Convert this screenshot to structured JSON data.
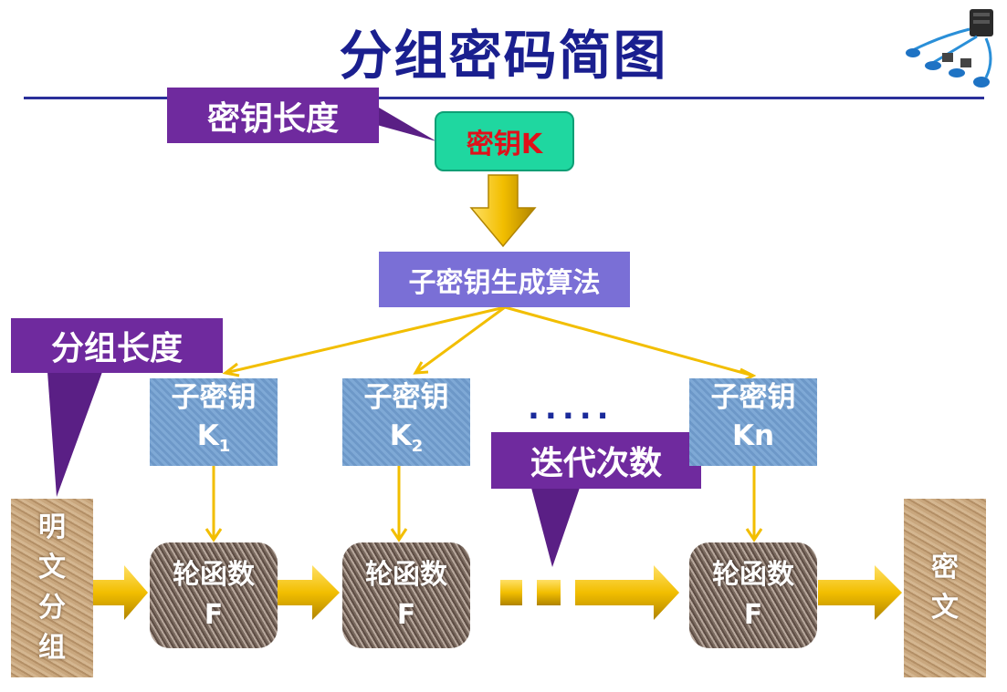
{
  "title": "分组密码简图",
  "callouts": {
    "key_length": "密钥长度",
    "block_length": "分组长度",
    "iterations": "迭代次数"
  },
  "key": "密钥K",
  "subkey_algorithm": "子密钥生成算法",
  "subkeys": [
    {
      "label": "子密钥",
      "name": "K",
      "sub": "1"
    },
    {
      "label": "子密钥",
      "name": "K",
      "sub": "2"
    },
    {
      "label": "子密钥",
      "name": "Kn",
      "sub": ""
    }
  ],
  "ellipsis": ".....",
  "round_functions": [
    {
      "line1": "轮函数",
      "line2": "F"
    },
    {
      "line1": "轮函数",
      "line2": "F"
    },
    {
      "line1": "轮函数",
      "line2": "F"
    }
  ],
  "plaintext": [
    "明",
    "文",
    "分",
    "组"
  ],
  "ciphertext": [
    "密",
    "文"
  ],
  "colors": {
    "title": "#1a1f8f",
    "callout": "#6f2a9e",
    "arrow": "#f2be00",
    "key_box": "#1fd7a0",
    "algorithm": "#7a6fd6"
  },
  "icons": [
    "network-diagram-icon"
  ]
}
